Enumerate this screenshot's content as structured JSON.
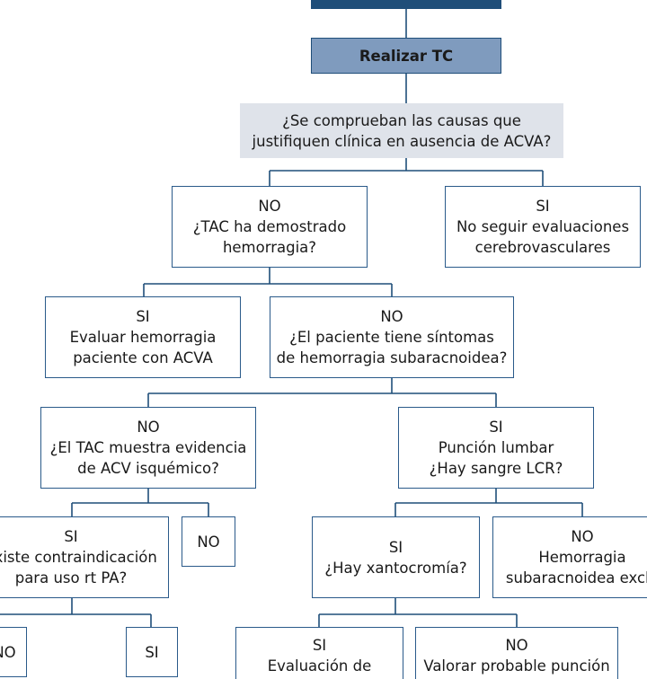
{
  "colors": {
    "connector": "#1f4e79",
    "box_border": "#2a5a8a",
    "top_bar": "#1f4e79",
    "header_fill": "#7f9bbe",
    "question_fill": "#dfe3ea"
  },
  "nodes": {
    "top_bar": {
      "lines": []
    },
    "realizar_tc": {
      "lines": [
        "Realizar TC"
      ]
    },
    "q_causas": {
      "lines": [
        "¿Se comprueban las causas que",
        "justifiquen clínica en ausencia de ACVA?"
      ]
    },
    "no_tac_hemorragia": {
      "lines": [
        "NO",
        "¿TAC ha demostrado",
        "hemorragia?"
      ]
    },
    "si_no_seguir": {
      "lines": [
        "SI",
        "No seguir evaluaciones",
        "cerebrovasculares"
      ]
    },
    "si_evaluar_hemorragia": {
      "lines": [
        "SI",
        "Evaluar hemorragia",
        "paciente con ACVA"
      ]
    },
    "no_sintomas_hsa": {
      "lines": [
        "NO",
        "¿El paciente tiene síntomas",
        "de hemorragia subaracnoidea?"
      ]
    },
    "no_acv_isquemico": {
      "lines": [
        "NO",
        "¿El TAC muestra evidencia",
        "de ACV isquémico?"
      ]
    },
    "si_puncion_lumbar": {
      "lines": [
        "SI",
        "Punción lumbar",
        "¿Hay sangre LCR?"
      ]
    },
    "si_contraindicacion": {
      "lines": [
        "SI",
        "Existe contraindicación",
        "para uso rt PA?"
      ]
    },
    "no_small": {
      "lines": [
        "NO"
      ]
    },
    "si_xantocromia": {
      "lines": [
        "SI",
        "¿Hay xantocromía?"
      ]
    },
    "no_hsa_excluida": {
      "lines": [
        "NO",
        "Hemorragia",
        "subaracnoidea exclu"
      ]
    },
    "no_bottom_left": {
      "lines": [
        "NO"
      ]
    },
    "si_bottom_left": {
      "lines": [
        "SI"
      ]
    },
    "si_evaluacion_de": {
      "lines": [
        "SI",
        "Evaluación de"
      ]
    },
    "no_valorar_puncion": {
      "lines": [
        "NO",
        "Valorar probable punción"
      ]
    }
  }
}
